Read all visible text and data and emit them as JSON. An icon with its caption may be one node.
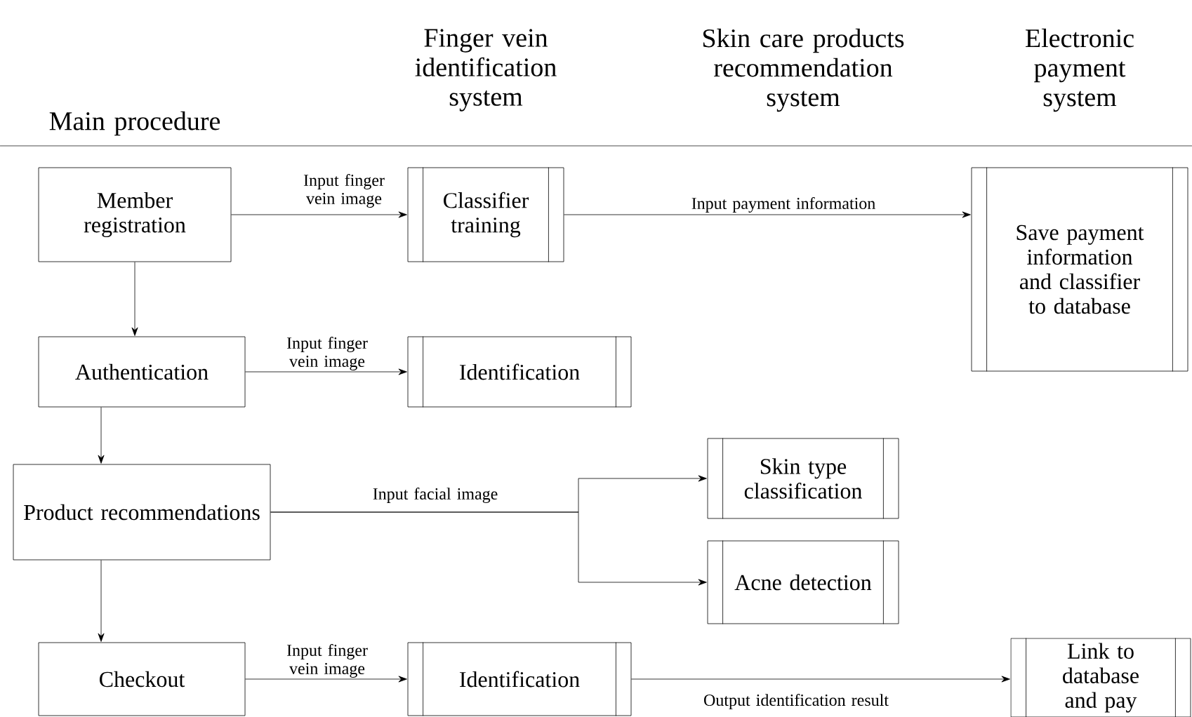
{
  "diagram": {
    "nodes": [
      {
        "text": [
          "Member registration"
        ]
      },
      {
        "text": [
          "Classifier training"
        ]
      },
      {
        "text": [
          "Save payment information and classifier to database"
        ]
      },
      {
        "text": [
          "Authentication"
        ]
      },
      {
        "text": [
          "Identification"
        ]
      },
      {
        "text": [
          "Product recommendations"
        ]
      },
      {
        "text": [
          "Skin type classification"
        ]
      },
      {
        "text": [
          "Acne detection"
        ]
      },
      {
        "text": [
          "Checkout"
        ]
      },
      {
        "text": [
          "Identification"
        ]
      },
      {
        "text": [
          "Link to database and pay"
        ]
      }
    ],
    "edges": [
      {
        "from": 0,
        "to": 1,
        "arrow": "to",
        "label": "Input finger vein image"
      },
      {
        "from": 1,
        "to": 2,
        "arrow": "to",
        "label": "Input payment information"
      },
      {
        "from": 0,
        "to": 3,
        "arrow": "to"
      },
      {
        "from": 3,
        "to": 4,
        "arrow": "to",
        "label": "Input finger vein image"
      },
      {
        "from": 3,
        "to": 5,
        "arrow": "to"
      },
      {
        "from": 5,
        "to": 6,
        "arrow": "to",
        "label": "Input facial image"
      },
      {
        "from": 5,
        "to": 7,
        "arrow": "to"
      },
      {
        "from": 5,
        "to": 8,
        "arrow": "to"
      },
      {
        "from": 8,
        "to": 9,
        "arrow": "to",
        "label": "Input finger vein image"
      },
      {
        "from": 9,
        "to": 10,
        "arrow": "to",
        "label": "Output identification result"
      }
    ],
    "labels": [
      "Main procedure",
      "Finger vein identification system",
      "Skin care products recommendation system",
      "Electronic payment system"
    ]
  }
}
